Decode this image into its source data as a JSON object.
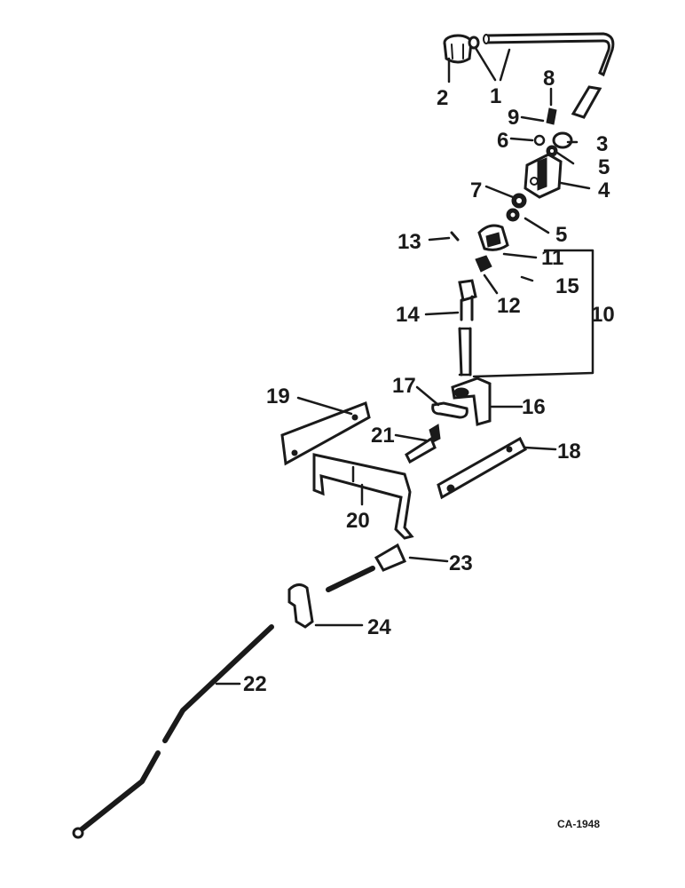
{
  "diagram": {
    "drawing_code": "CA-1948",
    "callouts": [
      {
        "id": "c1",
        "text": "1"
      },
      {
        "id": "c2",
        "text": "2"
      },
      {
        "id": "c3",
        "text": "3"
      },
      {
        "id": "c4",
        "text": "4"
      },
      {
        "id": "c5a",
        "text": "5"
      },
      {
        "id": "c5b",
        "text": "5"
      },
      {
        "id": "c6",
        "text": "6"
      },
      {
        "id": "c7",
        "text": "7"
      },
      {
        "id": "c8",
        "text": "8"
      },
      {
        "id": "c9",
        "text": "9"
      },
      {
        "id": "c10",
        "text": "10"
      },
      {
        "id": "c11",
        "text": "11"
      },
      {
        "id": "c12",
        "text": "12"
      },
      {
        "id": "c13",
        "text": "13"
      },
      {
        "id": "c14",
        "text": "14"
      },
      {
        "id": "c15",
        "text": "15"
      },
      {
        "id": "c16",
        "text": "16"
      },
      {
        "id": "c17",
        "text": "17"
      },
      {
        "id": "c18",
        "text": "18"
      },
      {
        "id": "c19",
        "text": "19"
      },
      {
        "id": "c20",
        "text": "20"
      },
      {
        "id": "c21",
        "text": "21"
      },
      {
        "id": "c22",
        "text": "22"
      },
      {
        "id": "c23",
        "text": "23"
      },
      {
        "id": "c24",
        "text": "24"
      }
    ]
  }
}
